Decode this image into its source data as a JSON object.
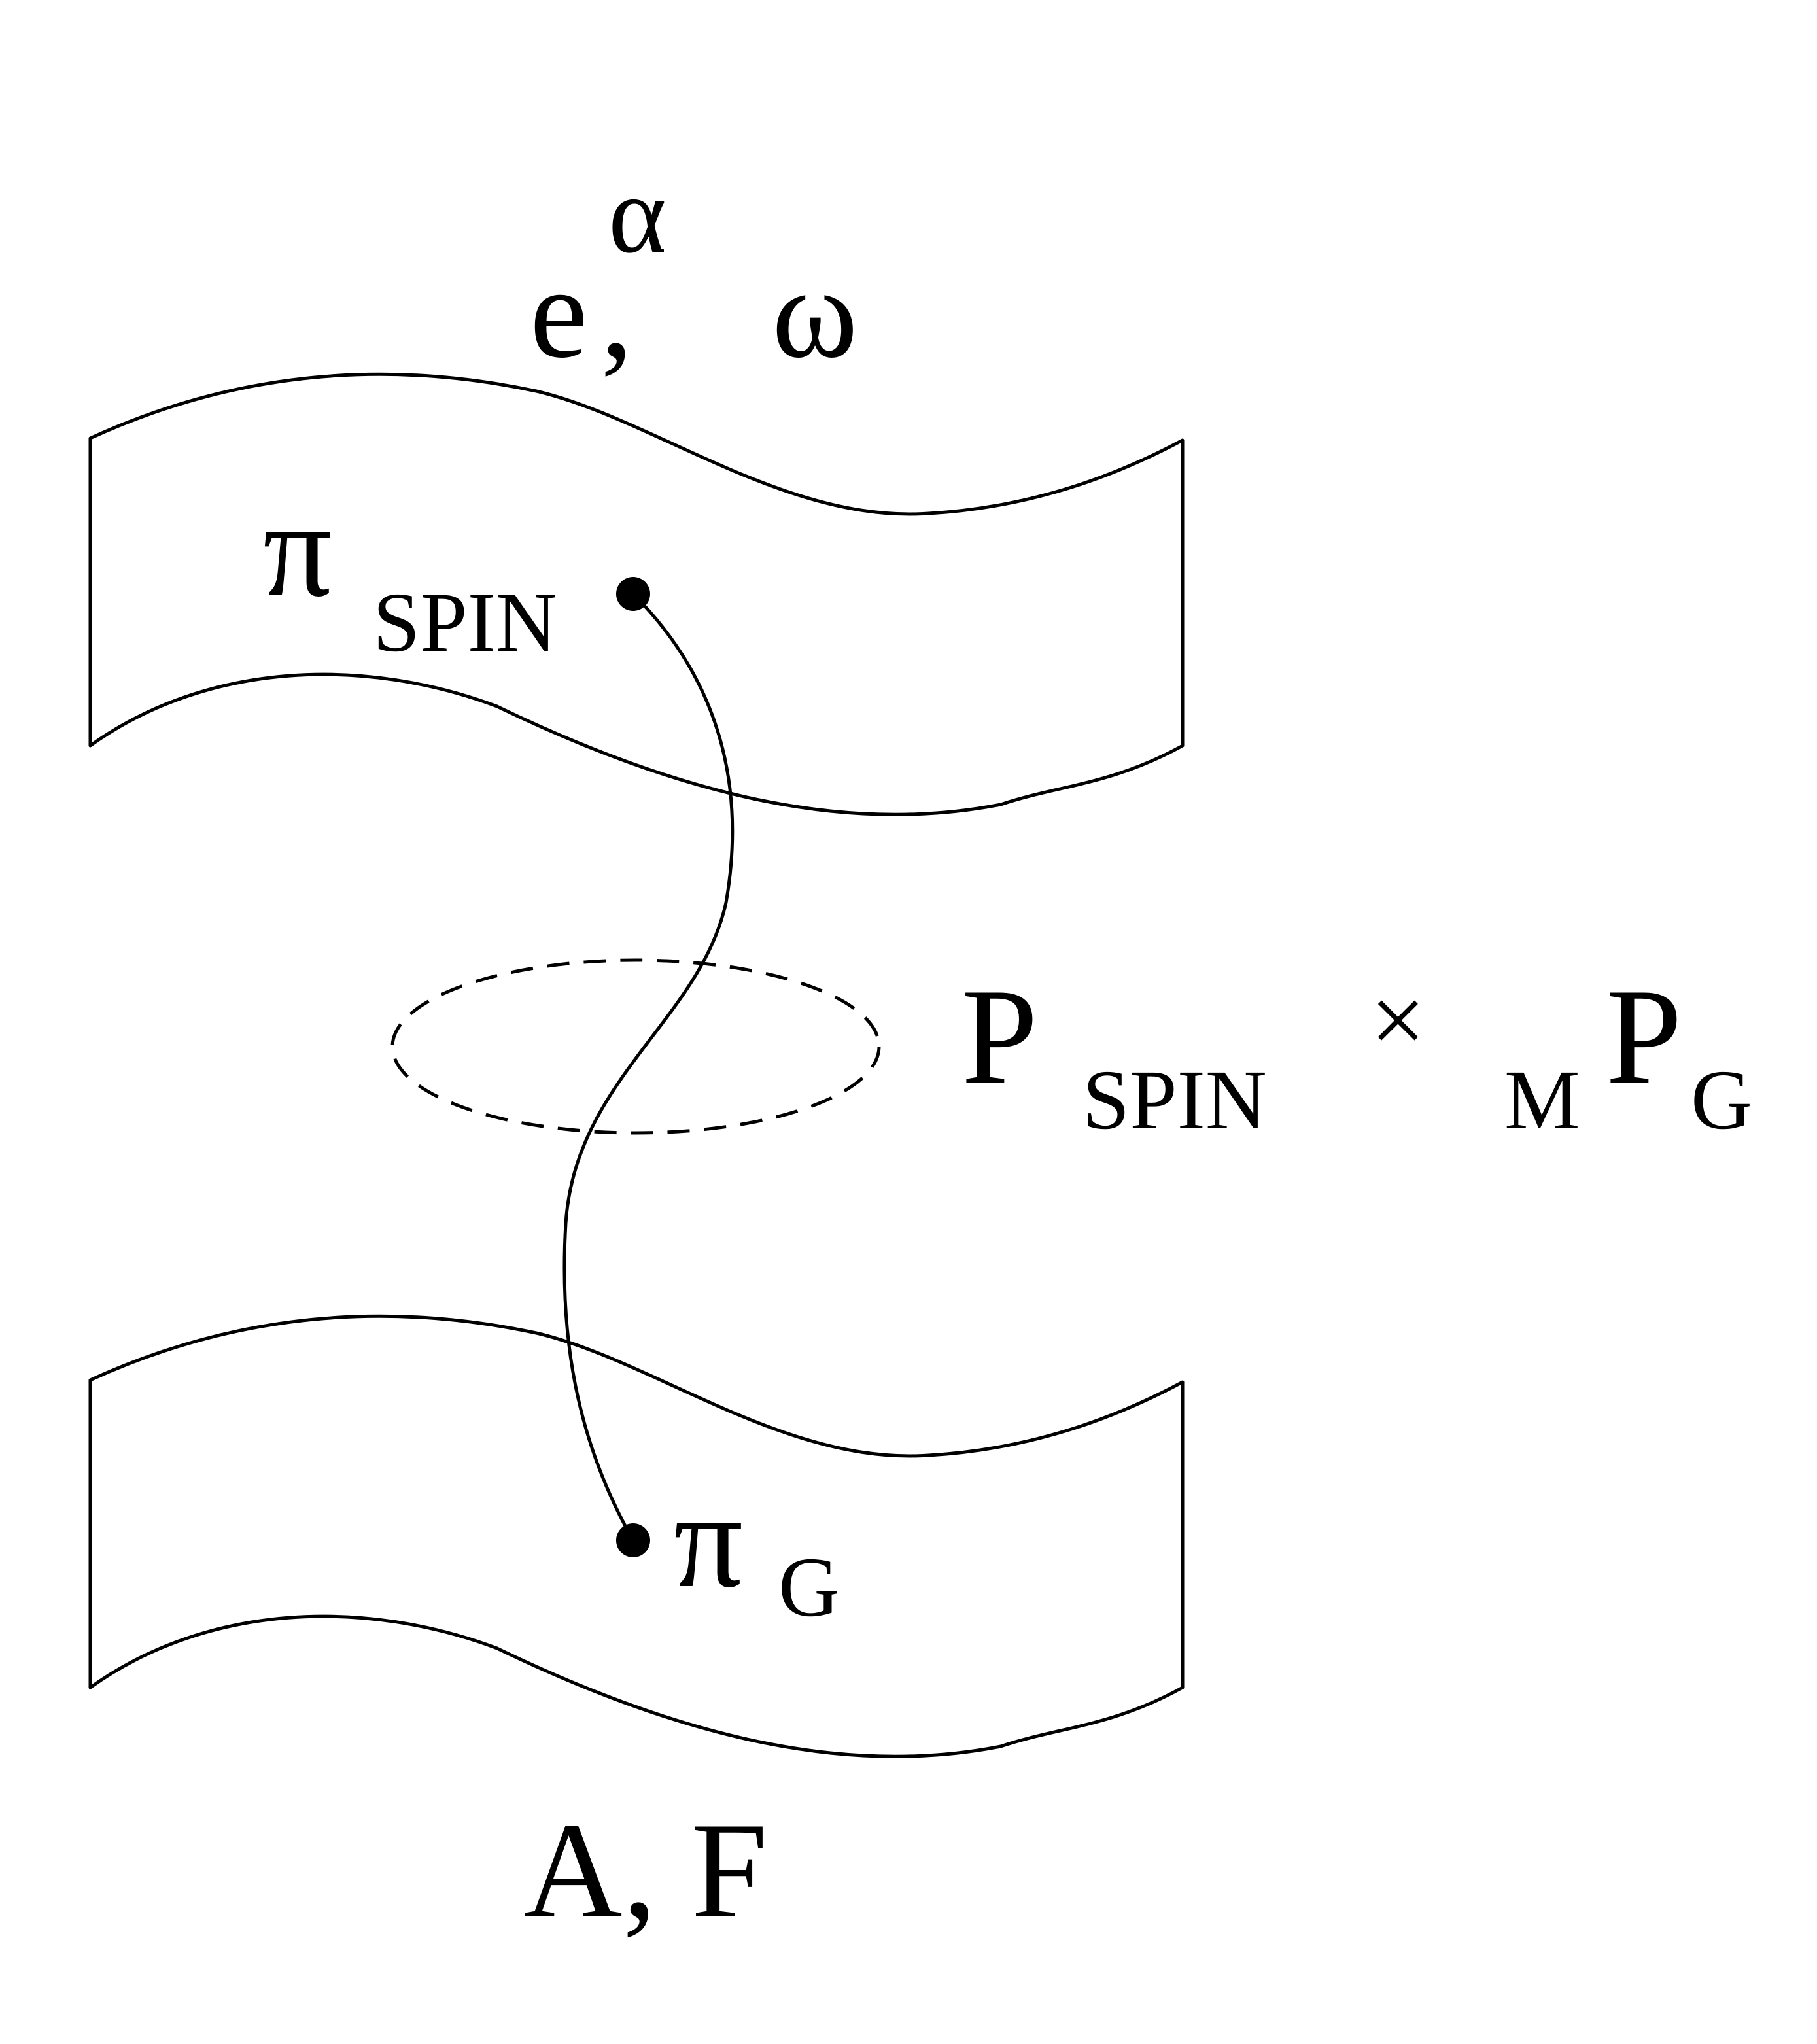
{
  "top_fiber": {
    "field_e": "e",
    "field_e_superscript": "α",
    "comma": ",",
    "field_omega": "ω"
  },
  "point_spin": {
    "symbol": "π",
    "subscript": "SPIN"
  },
  "point_g": {
    "symbol": "π",
    "subscript": "G"
  },
  "product_bundle": {
    "p1": "P",
    "p1_subscript": "SPIN",
    "times": "×",
    "m_subscript": "M",
    "p2": "P",
    "p2_subscript": "G"
  },
  "bottom_fiber": {
    "label": "A, F"
  }
}
